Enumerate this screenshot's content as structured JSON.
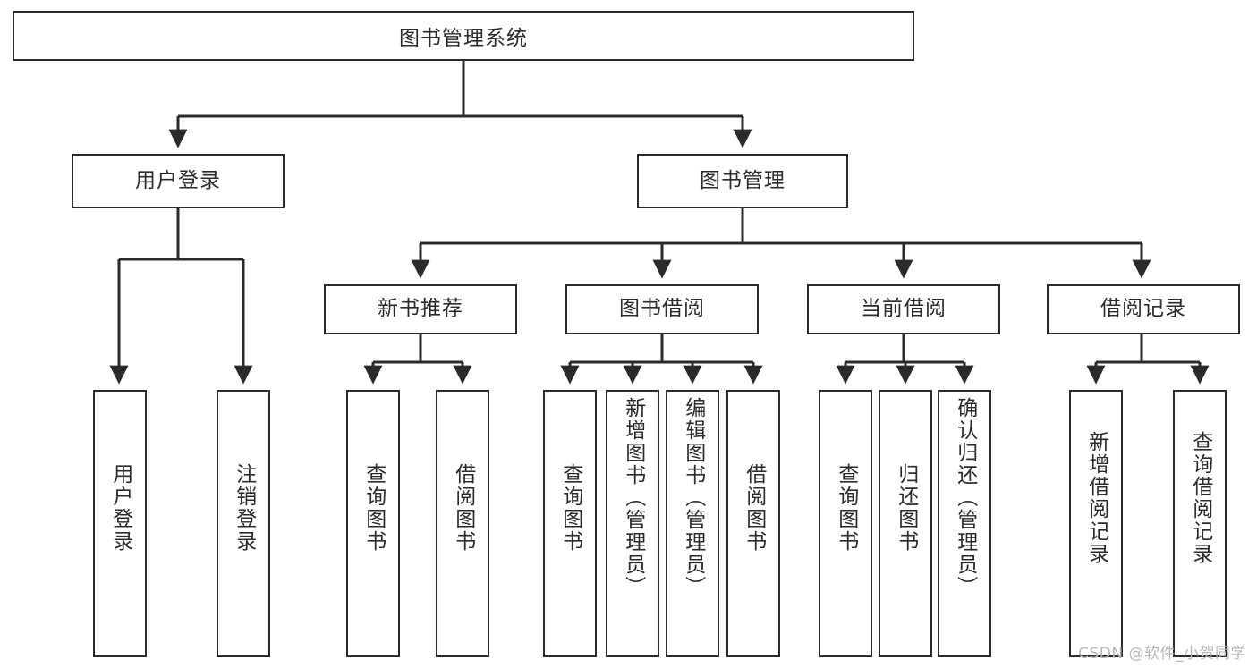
{
  "diagram": {
    "type": "tree-hierarchy-chart",
    "title": "图书管理系统",
    "watermark": "CSDN @软件_小贺同学",
    "colors": {
      "stroke": "#2b2b2b",
      "fill": "#ffffff",
      "background": "#ffffff",
      "watermark": "#b7b7b7"
    },
    "levels": {
      "root": {
        "label": "图书管理系统"
      },
      "level2": [
        {
          "id": "user-login",
          "label": "用户登录"
        },
        {
          "id": "book-management",
          "label": "图书管理"
        }
      ],
      "level3": [
        {
          "id": "new-book-recommend",
          "label": "新书推荐",
          "parent": "book-management"
        },
        {
          "id": "book-borrow",
          "label": "图书借阅",
          "parent": "book-management"
        },
        {
          "id": "current-borrow",
          "label": "当前借阅",
          "parent": "book-management"
        },
        {
          "id": "borrow-record",
          "label": "借阅记录",
          "parent": "book-management"
        }
      ],
      "leaves": [
        {
          "id": "leaf-user-login",
          "label": "用户登录",
          "parent": "user-login"
        },
        {
          "id": "leaf-logout-login",
          "label": "注销登录",
          "parent": "user-login"
        },
        {
          "id": "leaf-query-book-1",
          "label": "查询图书",
          "parent": "new-book-recommend"
        },
        {
          "id": "leaf-borrow-book-1",
          "label": "借阅图书",
          "parent": "new-book-recommend"
        },
        {
          "id": "leaf-query-book-2",
          "label": "查询图书",
          "parent": "book-borrow"
        },
        {
          "id": "leaf-add-book",
          "label": "新增图书（管理员）",
          "parent": "book-borrow"
        },
        {
          "id": "leaf-edit-book",
          "label": "编辑图书（管理员）",
          "parent": "book-borrow"
        },
        {
          "id": "leaf-borrow-book-2",
          "label": "借阅图书",
          "parent": "book-borrow"
        },
        {
          "id": "leaf-query-book-3",
          "label": "查询图书",
          "parent": "current-borrow"
        },
        {
          "id": "leaf-return-book",
          "label": "归还图书",
          "parent": "current-borrow"
        },
        {
          "id": "leaf-confirm-return",
          "label": "确认归还（管理员）",
          "parent": "current-borrow"
        },
        {
          "id": "leaf-add-record",
          "label": "新增借阅记录",
          "parent": "borrow-record"
        },
        {
          "id": "leaf-query-record",
          "label": "查询借阅记录",
          "parent": "borrow-record"
        }
      ]
    }
  }
}
